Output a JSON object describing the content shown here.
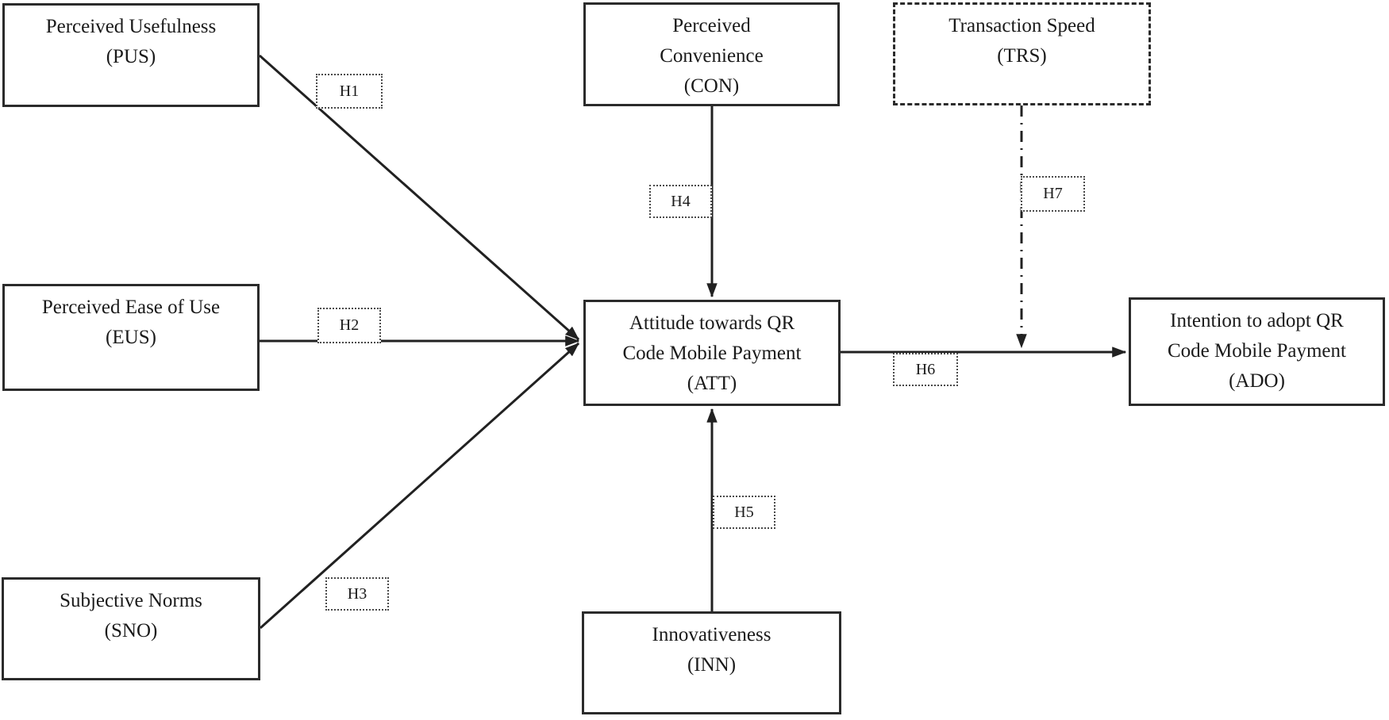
{
  "diagram": {
    "title": "QR code mobile payment adoption research model",
    "colors": {
      "line": "#212121",
      "box_border": "#2b2b2b",
      "box_background": "#ffffff",
      "text": "#1a1a1a"
    },
    "nodes": {
      "pus": {
        "label": "Perceived Usefulness\n(PUS)",
        "border": "solid"
      },
      "eus": {
        "label": "Perceived Ease of Use\n(EUS)",
        "border": "solid"
      },
      "sno": {
        "label": "Subjective Norms\n(SNO)",
        "border": "solid"
      },
      "con": {
        "label": "Perceived\nConvenience\n(CON)",
        "border": "solid"
      },
      "trs": {
        "label": "Transaction Speed\n(TRS)",
        "border": "dashed"
      },
      "att": {
        "label": "Attitude towards QR\nCode Mobile Payment\n(ATT)",
        "border": "solid"
      },
      "ado": {
        "label": "Intention to adopt QR\nCode Mobile Payment\n(ADO)",
        "border": "solid"
      },
      "inn": {
        "label": "Innovativeness\n(INN)",
        "border": "solid"
      }
    },
    "hypotheses": {
      "h1": "H1",
      "h2": "H2",
      "h3": "H3",
      "h4": "H4",
      "h5": "H5",
      "h6": "H6",
      "h7": "H7"
    },
    "edges": [
      {
        "from": "PUS",
        "to": "ATT",
        "hypothesis": "H1",
        "style": "solid-arrow"
      },
      {
        "from": "EUS",
        "to": "ATT",
        "hypothesis": "H2",
        "style": "solid-arrow"
      },
      {
        "from": "SNO",
        "to": "ATT",
        "hypothesis": "H3",
        "style": "solid-arrow"
      },
      {
        "from": "CON",
        "to": "ATT",
        "hypothesis": "H4",
        "style": "solid-arrow"
      },
      {
        "from": "INN",
        "to": "ATT",
        "hypothesis": "H5",
        "style": "solid-arrow"
      },
      {
        "from": "ATT",
        "to": "ADO",
        "hypothesis": "H6",
        "style": "solid-arrow"
      },
      {
        "from": "TRS",
        "to": "ATT-ADO-link",
        "hypothesis": "H7",
        "style": "dash-dot-arrow"
      }
    ]
  }
}
